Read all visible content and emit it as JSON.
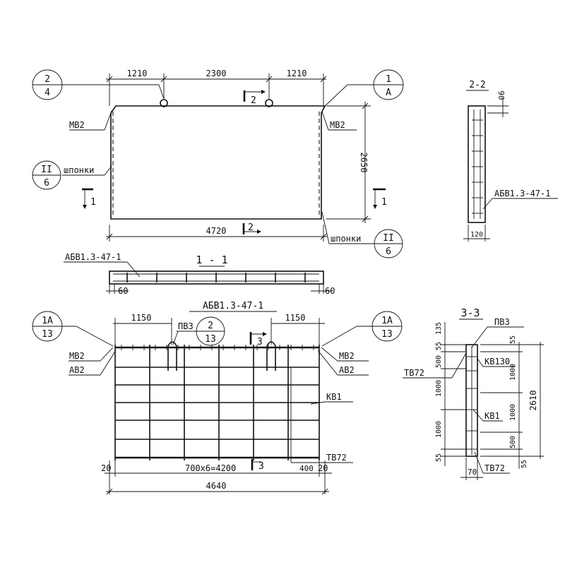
{
  "top_view": {
    "dim_left": "1210",
    "dim_mid": "2300",
    "dim_right": "1210",
    "dim_height": "2650",
    "dim_width": "4720",
    "mark_mv2_left": "МВ2",
    "mark_mv2_right": "МВ2",
    "mark_shponki_left": "шпонки",
    "mark_shponki_right": "шпонки",
    "callout_tl": {
      "top": "2",
      "bottom": "4"
    },
    "callout_tr": {
      "top": "1",
      "bottom": "А"
    },
    "callout_ml": {
      "top": "II",
      "bottom": "6"
    },
    "callout_br": {
      "top": "II",
      "bottom": "6"
    },
    "cut_2_top": "2",
    "cut_2_bottom": "2",
    "cut_1_left": "1",
    "cut_1_right": "1"
  },
  "section_1_1": {
    "title": "1 - 1",
    "label": "АБВ1.3-47-1",
    "dim_left": "60",
    "dim_right": "60"
  },
  "section_2_2": {
    "title": "2-2",
    "dim_top": "90",
    "dim_bottom": "120",
    "label": "АБВ1.3-47-1"
  },
  "cage": {
    "title": "АБВ1.3-47-1",
    "dim_left": "1150",
    "dim_right": "1150",
    "callout_left": {
      "top": "1А",
      "bottom": "13"
    },
    "callout_right": {
      "top": "1А",
      "bottom": "13"
    },
    "callout_pv3": {
      "top": "2",
      "bottom": "13"
    },
    "mark_pv3": "ПВ3",
    "mark_mv2_left": "МВ2",
    "mark_av2_left": "АВ2",
    "mark_mv2_right": "МВ2",
    "mark_av2_right": "АВ2",
    "mark_kv1": "КВ1",
    "mark_tv72": "ТВ72",
    "dim_edge_left": "20",
    "dim_spacing": "700x6=4200",
    "dim_400": "400",
    "dim_edge_right": "20",
    "dim_total": "4640",
    "cut_3_top": "3",
    "cut_3_bottom": "3"
  },
  "section_3_3": {
    "title": "3-3",
    "mark_pv3": "ПВ3",
    "mark_kv130": "КВ130",
    "mark_tv72_top": "ТВ72",
    "mark_kv1": "КВ1",
    "mark_tv72_bottom": "ТВ72",
    "dim_135": "135",
    "dim_55_top_left": "55",
    "dim_500_left": "500",
    "dim_1000_left_a": "1000",
    "dim_1000_left_b": "1000",
    "dim_55_bottom_left": "55",
    "dim_70": "70",
    "dim_55_top_right": "55",
    "dim_1000_right_a": "1000",
    "dim_1000_right_b": "1000",
    "dim_500_right": "500",
    "dim_55_bottom_right": "55",
    "dim_2610": "2610"
  }
}
